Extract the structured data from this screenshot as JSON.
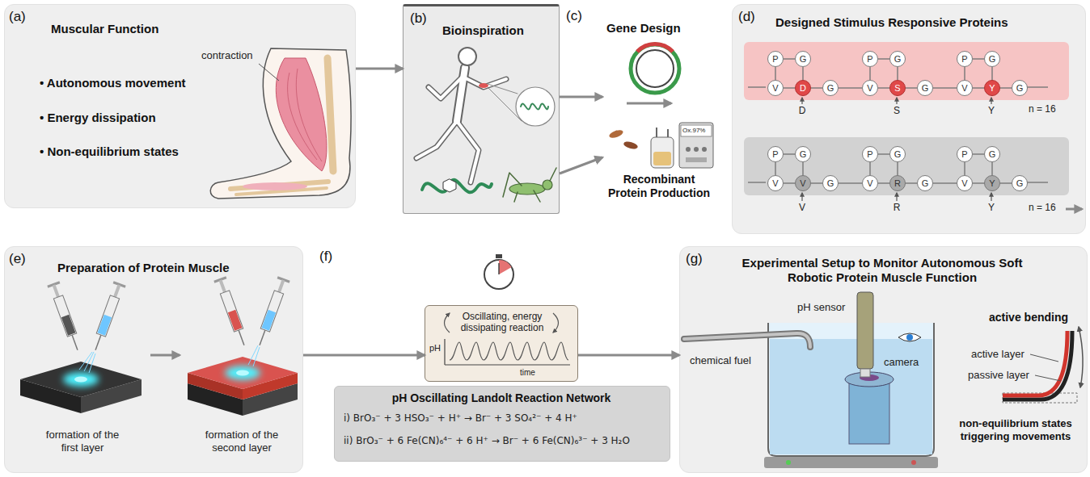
{
  "diagram": {
    "nodes": [
      {
        "text": [
          "(a)",
          "Muscular Function",
          "• Autonomous movement",
          "• Energy dissipation",
          "• Non-equilibrium states",
          "contraction"
        ]
      },
      {
        "text": [
          "(b)",
          "Bioinspiration"
        ]
      },
      {
        "text": [
          "Gene Design"
        ]
      },
      {
        "text": [
          "Recombinant Protein Production"
        ]
      },
      {
        "text": [
          "(d)",
          "Designed Stimulus Responsive Proteins"
        ]
      },
      {
        "text": [
          "P"
        ],
        "in": 4
      },
      {
        "text": [
          "G"
        ],
        "in": 4
      },
      {
        "text": [
          "V"
        ],
        "in": 4
      },
      {
        "text": [
          "D"
        ],
        "in": 4
      },
      {
        "text": [
          "G"
        ],
        "in": 4
      },
      {
        "text": [
          "P"
        ],
        "in": 4
      },
      {
        "text": [
          "G"
        ],
        "in": 4
      },
      {
        "text": [
          "V"
        ],
        "in": 4
      },
      {
        "text": [
          "S"
        ],
        "in": 4
      },
      {
        "text": [
          "G"
        ],
        "in": 4
      },
      {
        "text": [
          "P"
        ],
        "in": 4
      },
      {
        "text": [
          "G"
        ],
        "in": 4
      },
      {
        "text": [
          "V"
        ],
        "in": 4
      },
      {
        "text": [
          "Y"
        ],
        "in": 4
      },
      {
        "text": [
          "G"
        ],
        "in": 4
      },
      {
        "text": [
          "P"
        ],
        "in": 4
      },
      {
        "text": [
          "G"
        ],
        "in": 4
      },
      {
        "text": [
          "V"
        ],
        "in": 4
      },
      {
        "text": [
          "V"
        ],
        "in": 4
      },
      {
        "text": [
          "G"
        ],
        "in": 4
      },
      {
        "text": [
          "P"
        ],
        "in": 4
      },
      {
        "text": [
          "G"
        ],
        "in": 4
      },
      {
        "text": [
          "V"
        ],
        "in": 4
      },
      {
        "text": [
          "R"
        ],
        "in": 4
      },
      {
        "text": [
          "G"
        ],
        "in": 4
      },
      {
        "text": [
          "P"
        ],
        "in": 4
      },
      {
        "text": [
          "G"
        ],
        "in": 4
      },
      {
        "text": [
          "V"
        ],
        "in": 4
      },
      {
        "text": [
          "Y"
        ],
        "in": 4
      },
      {
        "text": [
          "G"
        ],
        "in": 4
      },
      {
        "text": [
          "(e)",
          "Preparation of Protein Muscle",
          "formation of the first layer",
          "formation of the second layer"
        ]
      },
      {
        "text": [
          "Oscillating, energy dissipating reaction",
          "pH",
          "time"
        ]
      },
      {
        "text": [
          "pH Oscillating Landolt Reaction Network",
          "i) BrO₃⁻ + 3 HSO₃⁻ + H⁺ → Br⁻ + 3 SO₄²⁻ + 4 H⁺",
          "ii) BrO₃⁻ + 6 Fe(CN)₆⁴⁻ + 6 H⁺ → Br⁻ + 6 Fe(CN)₆³⁻ + 3 H₂O"
        ]
      },
      {
        "text": [
          "(g)",
          "Experimental Setup to Monitor Autonomous Soft Robotic Protein Muscle Function",
          "pH sensor",
          "chemical fuel",
          "camera",
          "active bending",
          "active layer",
          "passive layer",
          "non-equilibrium states triggering movements"
        ]
      }
    ],
    "edges": [
      {
        "from": 0,
        "to": 1,
        "arrow": "to"
      },
      {
        "from": 1,
        "to": 2,
        "arrow": "to"
      },
      {
        "from": 1,
        "to": 3,
        "arrow": "to"
      },
      {
        "from": 35,
        "to": 36,
        "arrow": "to"
      },
      {
        "from": 36,
        "to": 38,
        "arrow": "to"
      },
      {
        "from": 5,
        "to": 6,
        "arrow": "none"
      },
      {
        "from": 5,
        "to": 7,
        "arrow": "none"
      },
      {
        "from": 6,
        "to": 8,
        "arrow": "none"
      },
      {
        "from": 7,
        "to": 8,
        "arrow": "none"
      },
      {
        "from": 8,
        "to": 9,
        "arrow": "none"
      },
      {
        "from": 9,
        "to": 12,
        "arrow": "none"
      },
      {
        "from": 10,
        "to": 11,
        "arrow": "none"
      },
      {
        "from": 10,
        "to": 12,
        "arrow": "none"
      },
      {
        "from": 11,
        "to": 13,
        "arrow": "none"
      },
      {
        "from": 12,
        "to": 13,
        "arrow": "none"
      },
      {
        "from": 13,
        "to": 14,
        "arrow": "none"
      },
      {
        "from": 14,
        "to": 17,
        "arrow": "none"
      },
      {
        "from": 15,
        "to": 16,
        "arrow": "none"
      },
      {
        "from": 15,
        "to": 17,
        "arrow": "none"
      },
      {
        "from": 16,
        "to": 18,
        "arrow": "none"
      },
      {
        "from": 17,
        "to": 18,
        "arrow": "none"
      },
      {
        "from": 18,
        "to": 19,
        "arrow": "none"
      },
      {
        "from": 20,
        "to": 21,
        "arrow": "none"
      },
      {
        "from": 20,
        "to": 22,
        "arrow": "none"
      },
      {
        "from": 21,
        "to": 23,
        "arrow": "none"
      },
      {
        "from": 22,
        "to": 23,
        "arrow": "none"
      },
      {
        "from": 23,
        "to": 24,
        "arrow": "none"
      },
      {
        "from": 24,
        "to": 27,
        "arrow": "none"
      },
      {
        "from": 25,
        "to": 26,
        "arrow": "none"
      },
      {
        "from": 25,
        "to": 27,
        "arrow": "none"
      },
      {
        "from": 26,
        "to": 28,
        "arrow": "none"
      },
      {
        "from": 27,
        "to": 28,
        "arrow": "none"
      },
      {
        "from": 28,
        "to": 29,
        "arrow": "none"
      },
      {
        "from": 29,
        "to": 32,
        "arrow": "none"
      },
      {
        "from": 30,
        "to": 31,
        "arrow": "none"
      },
      {
        "from": 30,
        "to": 32,
        "arrow": "none"
      },
      {
        "from": 31,
        "to": 33,
        "arrow": "none"
      },
      {
        "from": 32,
        "to": 33,
        "arrow": "none"
      },
      {
        "from": 33,
        "to": 34,
        "arrow": "none"
      }
    ],
    "labels": [
      "(c)",
      "Ox.97%",
      "D",
      "S",
      "Y",
      "n = 16",
      "V",
      "R",
      "Y",
      "n = 16",
      "(f)"
    ]
  }
}
